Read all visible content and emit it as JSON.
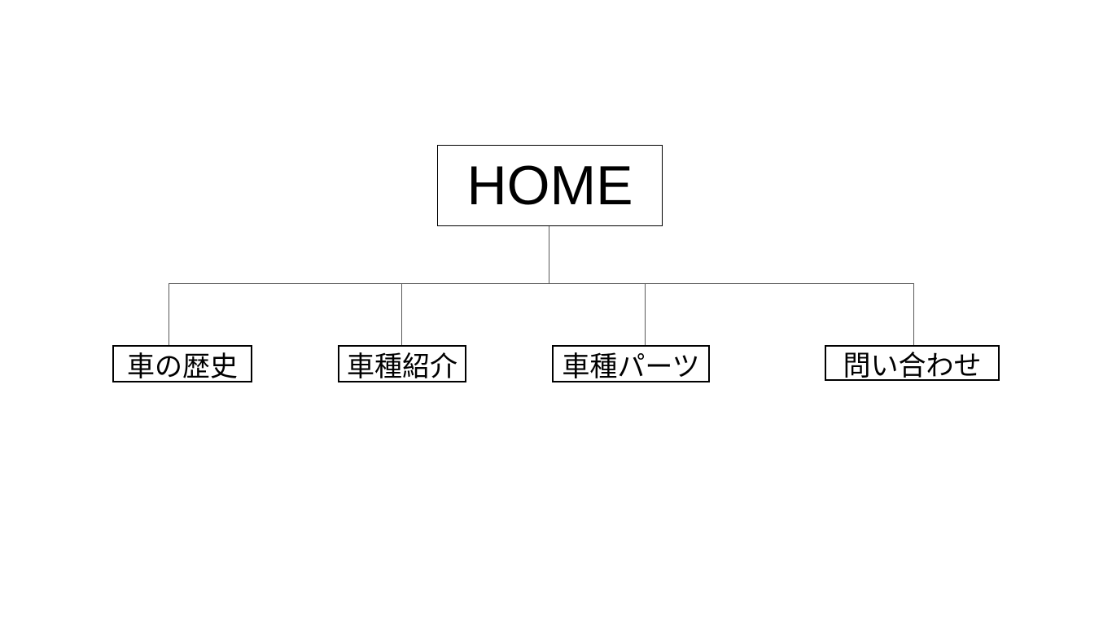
{
  "diagram": {
    "type": "sitemap",
    "root": {
      "label": "HOME"
    },
    "children": [
      {
        "label": "車の歴史"
      },
      {
        "label": "車種紹介"
      },
      {
        "label": "車種パーツ"
      },
      {
        "label": "問い合わせ"
      }
    ],
    "colors": {
      "background": "#ffffff",
      "box_border": "#000000",
      "text": "#000000",
      "connector": "#595959"
    }
  }
}
